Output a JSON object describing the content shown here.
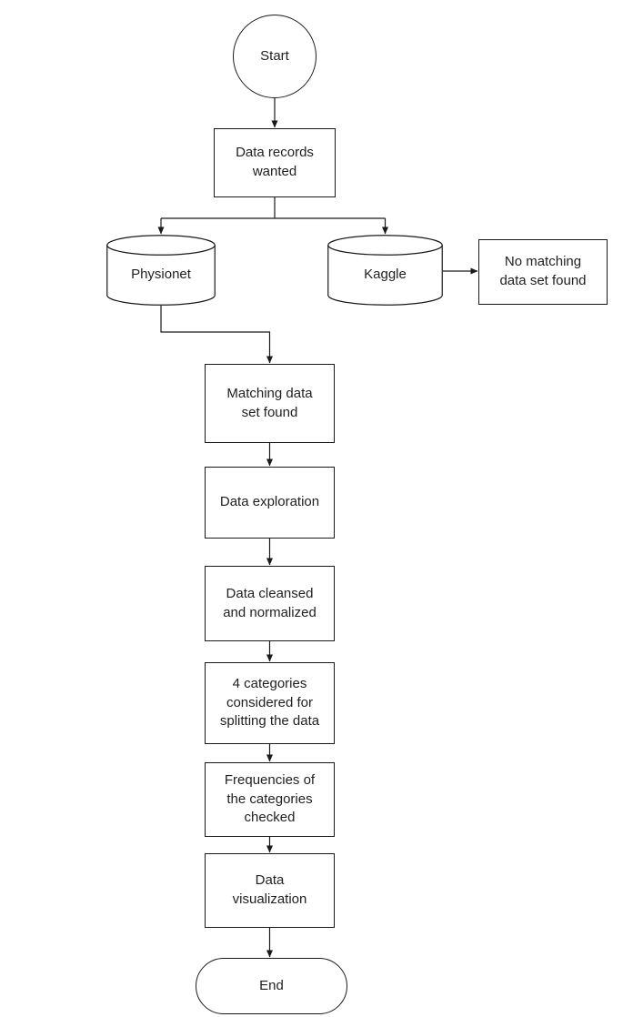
{
  "colors": {
    "stroke": "#1a1a1a",
    "background": "#ffffff",
    "text": "#1f1f1f"
  },
  "nodes": {
    "start": {
      "type": "terminator-circle",
      "label": "Start"
    },
    "data_records": {
      "type": "process",
      "label": "Data records\nwanted"
    },
    "physionet": {
      "type": "database",
      "label": "Physionet"
    },
    "kaggle": {
      "type": "database",
      "label": "Kaggle"
    },
    "no_match": {
      "type": "process",
      "label": "No matching\ndata set found"
    },
    "match_found": {
      "type": "process",
      "label": "Matching data\nset found"
    },
    "exploration": {
      "type": "process",
      "label": "Data exploration"
    },
    "cleansed": {
      "type": "process",
      "label": "Data cleansed\nand normalized"
    },
    "categories": {
      "type": "process",
      "label": "4 categories\nconsidered for\nsplitting the data"
    },
    "frequencies": {
      "type": "process",
      "label": "Frequencies of\nthe categories\nchecked"
    },
    "visualization": {
      "type": "process",
      "label": "Data\nvisualization"
    },
    "end": {
      "type": "terminator-stadium",
      "label": "End"
    }
  },
  "edges": [
    {
      "from": "start",
      "to": "data_records"
    },
    {
      "from": "data_records",
      "to": "physionet"
    },
    {
      "from": "data_records",
      "to": "kaggle"
    },
    {
      "from": "kaggle",
      "to": "no_match"
    },
    {
      "from": "physionet",
      "to": "match_found"
    },
    {
      "from": "match_found",
      "to": "exploration"
    },
    {
      "from": "exploration",
      "to": "cleansed"
    },
    {
      "from": "cleansed",
      "to": "categories"
    },
    {
      "from": "categories",
      "to": "frequencies"
    },
    {
      "from": "frequencies",
      "to": "visualization"
    },
    {
      "from": "visualization",
      "to": "end"
    }
  ]
}
